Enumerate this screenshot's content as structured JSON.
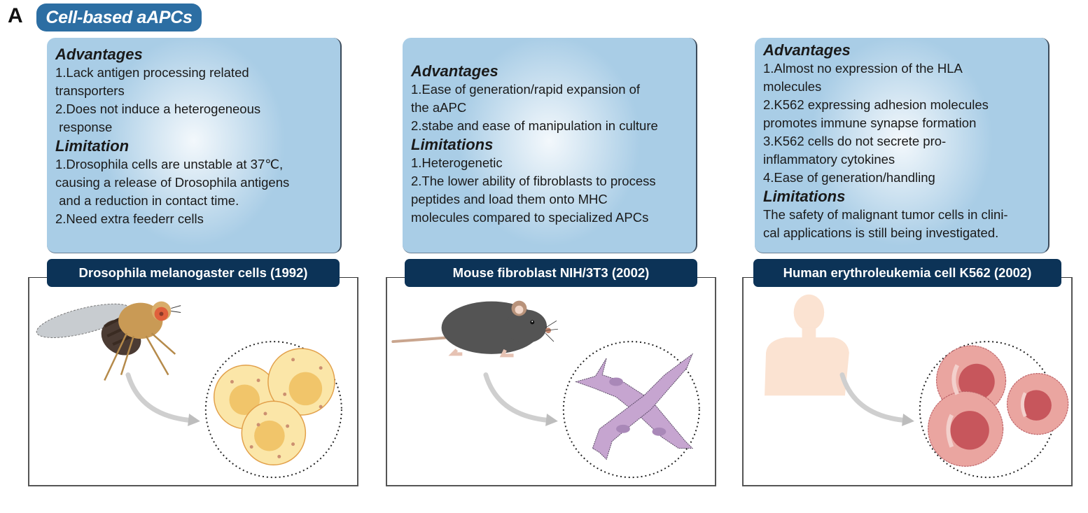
{
  "figure": {
    "panel_letter": "A",
    "section_title": "Cell-based aAPCs",
    "colors": {
      "pill": "#2c6ea3",
      "title_bar": "#0c3357",
      "info_box_light": "#f3f8fc",
      "info_box_dark": "#a9cde6",
      "frame_border": "#555555",
      "arrow": "#bfbfbf"
    }
  },
  "panels": [
    {
      "title": "Drosophila melanogaster cells (1992)",
      "advantages_heading": "Advantages",
      "advantages": [
        "1.Lack antigen processing related",
        "transporters",
        "2.Does not induce a heterogeneous",
        " response"
      ],
      "limitations_heading": "Limitation",
      "limitations": [
        "1.Drosophila cells are unstable at 37℃,",
        "causing a release of Drosophila antigens",
        " and a reduction in contact time.",
        "2.Need extra feederr cells"
      ],
      "illustration": {
        "source": "fruit-fly",
        "cells": "yellow-round-cells"
      }
    },
    {
      "title": "Mouse fibroblast NIH/3T3 (2002)",
      "advantages_heading": "Advantages",
      "advantages": [
        "1.Ease of generation/rapid expansion of",
        "the aAPC",
        "2.stabe and ease of manipulation in culture"
      ],
      "limitations_heading": "Limitations",
      "limitations": [
        "1.Heterogenetic",
        "2.The lower ability of fibroblasts to process",
        "peptides and load them onto MHC",
        "molecules compared to specialized APCs"
      ],
      "illustration": {
        "source": "mouse",
        "cells": "purple-fibroblasts"
      }
    },
    {
      "title": "Human erythroleukemia cell K562 (2002)",
      "advantages_heading": "Advantages",
      "advantages": [
        "1.Almost no expression of the HLA",
        "molecules",
        "2.K562 expressing adhesion molecules",
        "promotes immune synapse formation",
        "3.K562 cells do not secrete pro-",
        "inflammatory cytokines",
        "4.Ease of generation/handling"
      ],
      "limitations_heading": "Limitations",
      "limitations": [
        "The safety of malignant tumor cells in clini-",
        "cal applications is still being investigated."
      ],
      "illustration": {
        "source": "human-silhouette",
        "cells": "red-k562-cells"
      }
    }
  ]
}
